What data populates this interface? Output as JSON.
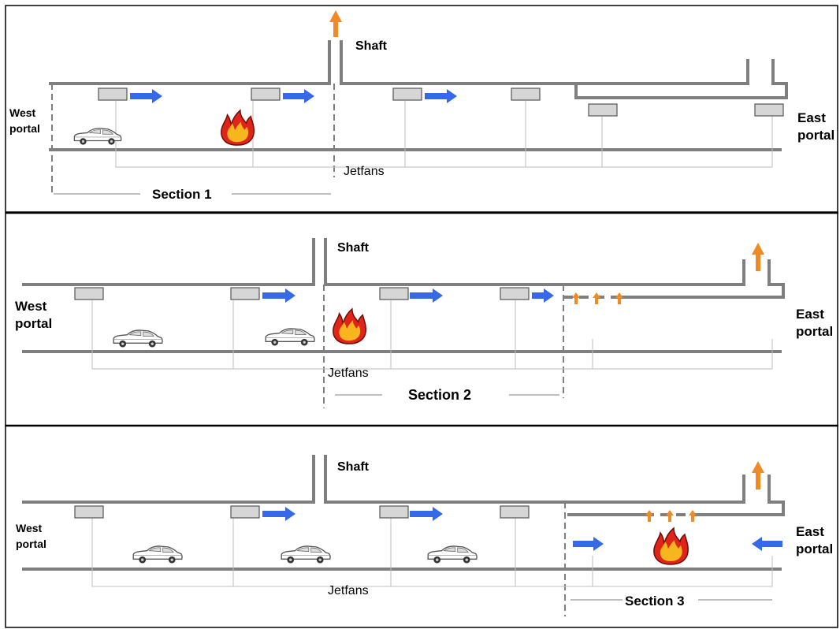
{
  "panels": [
    {
      "shaft_label": "Shaft",
      "west_label": [
        "West",
        "portal"
      ],
      "east_label": [
        "East",
        "portal"
      ],
      "jetfans_label": "Jetfans",
      "section_label": "Section 1"
    },
    {
      "shaft_label": "Shaft",
      "west_label": [
        "West",
        "portal"
      ],
      "east_label": [
        "East",
        "portal"
      ],
      "jetfans_label": "Jetfans",
      "section_label": "Section 2"
    },
    {
      "shaft_label": "Shaft",
      "west_label": [
        "West",
        "portal"
      ],
      "east_label": [
        "East",
        "portal"
      ],
      "jetfans_label": "Jetfans",
      "section_label": "Section 3"
    }
  ],
  "colors": {
    "wall": "#7f7f7f",
    "airflow_arrow": "#3569e8",
    "smoke_arrow": "#f08a24",
    "jetfan_fill": "#d6d6d6",
    "fire_outer": "#e0241a",
    "fire_inner": "#f7b51e",
    "panel_border": "#000000"
  },
  "icons": [
    "jetfan-icon",
    "airflow-arrow-icon",
    "smoke-arrow-icon",
    "car-icon",
    "fire-icon"
  ]
}
